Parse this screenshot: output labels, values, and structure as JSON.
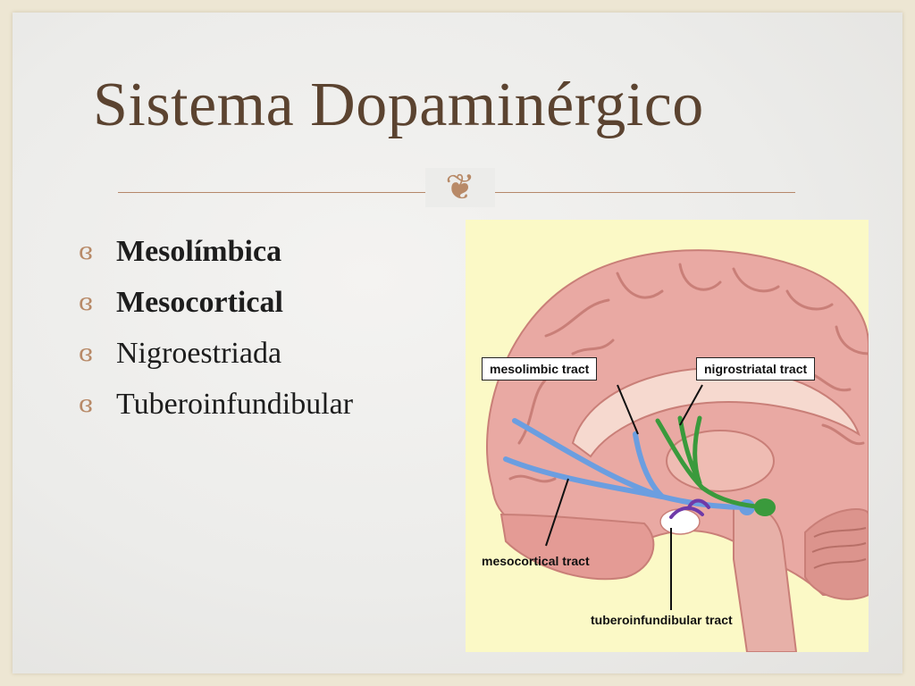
{
  "slide": {
    "title": "Sistema Dopaminérgico",
    "title_ornament": "❦",
    "bullet_marker": "ɞ",
    "bullets": [
      {
        "text": "Mesolímbica",
        "bold": true
      },
      {
        "text": "Mesocortical",
        "bold": true
      },
      {
        "text": "Nigroestriada",
        "bold": false
      },
      {
        "text": "Tuberoinfundibular",
        "bold": false
      }
    ]
  },
  "figure": {
    "labels": {
      "mesolimbic": "mesolimbic tract",
      "nigrostriatal": "nigrostriatal tract",
      "mesocortical": "mesocortical tract",
      "tuberoinfundibular": "tuberoinfundibular tract"
    },
    "colors": {
      "background": "#fbf9c6",
      "brain": "#e9a9a3",
      "brain_dark": "#c97f78",
      "mesolimbic": "#6b9ee0",
      "nigrostriatal": "#3a9a3c",
      "tuberoinfundibular": "#6f3aa8"
    }
  }
}
